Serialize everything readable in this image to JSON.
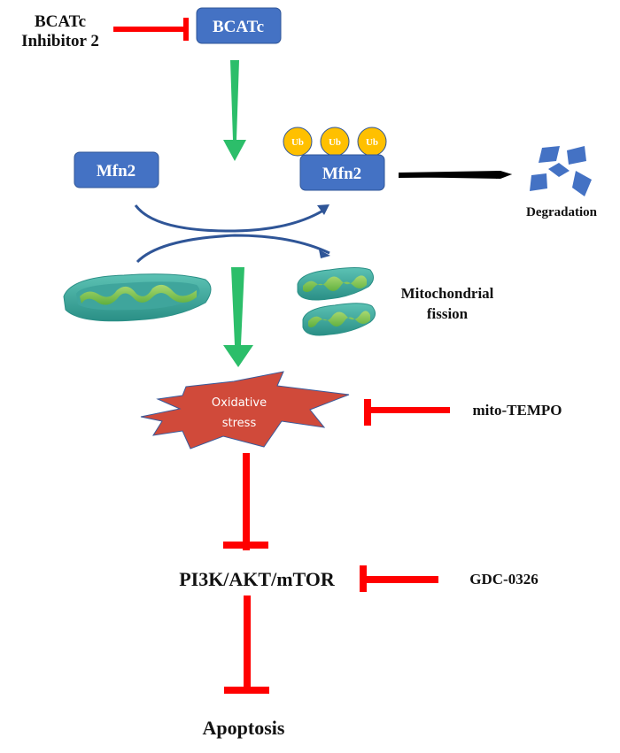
{
  "diagram": {
    "type": "signaling-pathway",
    "colors": {
      "protein_box": "#4472C4",
      "protein_box_border": "#2F5597",
      "ubiquitin": "#FFC000",
      "ubiquitin_border": "#2F5597",
      "activation_arrow": "#2CBE6A",
      "inhibition": "#FF0000",
      "degradation_arrow": "#000000",
      "cycle_arrows": "#2F5597",
      "stress_burst": "#D04A3A",
      "stress_burst_border": "#3A5A9A",
      "mitochondria_outer": "#3AA99A",
      "mitochondria_inner": "#8DCB5A",
      "text": "#111111"
    },
    "nodes": {
      "inhibitor_bcatc": {
        "line1": "BCATc",
        "line2": "Inhibitor 2"
      },
      "bcatc": {
        "label": "BCATc"
      },
      "mfn2_left": {
        "label": "Mfn2"
      },
      "mfn2_ubiquitinated": {
        "label": "Mfn2",
        "ubiquitin_tags": [
          "Ub",
          "Ub",
          "Ub"
        ]
      },
      "degradation": {
        "label": "Degradation"
      },
      "mitochondrial_fission": {
        "line1": "Mitochondrial",
        "line2": "fission"
      },
      "oxidative_stress": {
        "line1": "Oxidative",
        "line2": "stress"
      },
      "mito_tempo": {
        "label": "mito-TEMPO"
      },
      "pi3k_akt_mtor": {
        "label": "PI3K/AKT/mTOR"
      },
      "gdc_0326": {
        "label": "GDC-0326"
      },
      "apoptosis": {
        "label": "Apoptosis"
      }
    },
    "edges": [
      {
        "from": "BCATc Inhibitor 2",
        "to": "BCATc",
        "type": "inhibition"
      },
      {
        "from": "BCATc",
        "to": "Mfn2 ubiquitination",
        "type": "activation"
      },
      {
        "from": "Mfn2 (ubiquitinated)",
        "to": "Degradation",
        "type": "conversion"
      },
      {
        "from": "Mfn2",
        "to": "Mfn2 (ubiquitinated)",
        "type": "conversion"
      },
      {
        "from": "Mitochondrion",
        "to": "Mitochondrial fission",
        "type": "conversion"
      },
      {
        "from": "Mitochondrial fission",
        "to": "Oxidative stress",
        "type": "activation"
      },
      {
        "from": "mito-TEMPO",
        "to": "Oxidative stress",
        "type": "inhibition"
      },
      {
        "from": "Oxidative stress",
        "to": "PI3K/AKT/mTOR",
        "type": "inhibition"
      },
      {
        "from": "GDC-0326",
        "to": "PI3K/AKT/mTOR",
        "type": "inhibition"
      },
      {
        "from": "PI3K/AKT/mTOR",
        "to": "Apoptosis",
        "type": "inhibition"
      }
    ]
  }
}
